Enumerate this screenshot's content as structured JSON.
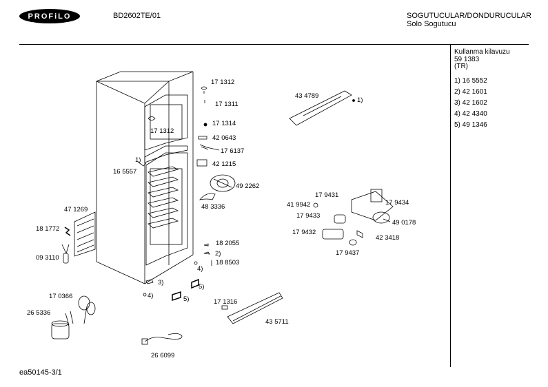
{
  "header": {
    "brand": "PROFiLO",
    "model": "BD2602TE/01",
    "category": "SOGUTUCULAR/DONDURUCULAR",
    "subcategory": "Solo Sogutucu"
  },
  "sidebar": {
    "title": "Kullanma kilavuzu",
    "code": "59 1383",
    "lang": "(TR)",
    "notes": [
      "1) 16 5552",
      "2) 42 1601",
      "3) 42 1602",
      "4) 42 4340",
      "5) 49 1346"
    ]
  },
  "footer": {
    "code": "ea50145-3/1"
  },
  "parts": {
    "p171312a": "17 1312",
    "p171311": "17 1311",
    "p171312b": "17 1312",
    "p171314": "17 1314",
    "p420643": "42 0643",
    "p176137": "17 6137",
    "p421215": "42 1215",
    "p165557": "16 5557",
    "r1a": "1)",
    "p492262": "49 2262",
    "p483336": "48 3336",
    "p434789": "43 4789",
    "r1b": "1)",
    "p179431": "17 9431",
    "p419942": "41 9942",
    "p179434": "17 9434",
    "p179433": "17 9433",
    "p490178": "49 0178",
    "p179432": "17 9432",
    "p423418": "42 3418",
    "p179437": "17 9437",
    "p471269": "47 1269",
    "p181772": "18 1772",
    "p093110": "09 3110",
    "p182055": "18 2055",
    "r2": "2)",
    "p188503": "18 8503",
    "r4a": "4)",
    "r3": "3)",
    "r5a": "5)",
    "r4b": "4)",
    "r5b": "5)",
    "p170366": "17 0366",
    "p265336": "26 5336",
    "p171316": "17 1316",
    "p435711": "43 5711",
    "p266099": "26 6099"
  }
}
